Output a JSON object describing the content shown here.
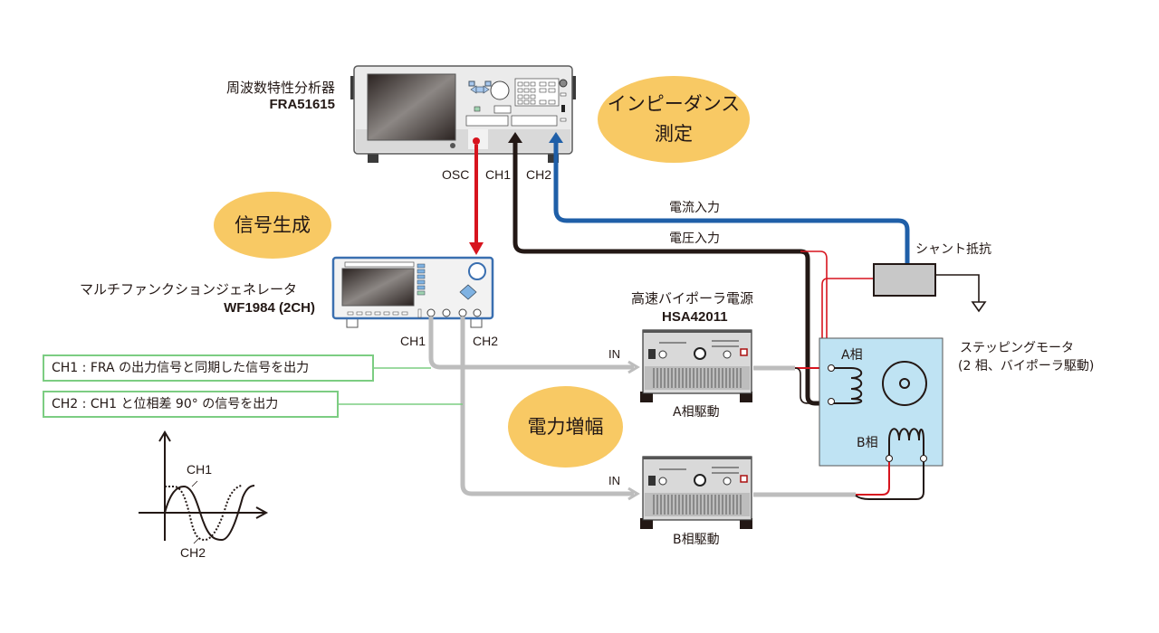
{
  "fra": {
    "title": "周波数特性分析器",
    "model": "FRA51615",
    "port_osc": "OSC",
    "port_ch1": "CH1",
    "port_ch2": "CH2"
  },
  "generator": {
    "title": "マルチファンクションジェネレータ",
    "model": "WF1984 (2CH)",
    "port_ch1": "CH1",
    "port_ch2": "CH2"
  },
  "amplifier": {
    "title": "高速バイポーラ電源",
    "model": "HSA42011",
    "in_a": "IN",
    "in_b": "IN",
    "label_a": "A相駆動",
    "label_b": "B相駆動"
  },
  "bubbles": {
    "impedance": "インピーダンス\n測定",
    "signal": "信号生成",
    "power": "電力増幅"
  },
  "cables": {
    "current_input": "電流入力",
    "voltage_input": "電圧入力"
  },
  "shunt": {
    "label": "シャント抵抗"
  },
  "motor": {
    "title": "ステッピングモータ",
    "subtitle": "(2 相、バイポーラ駆動)",
    "phase_a": "A相",
    "phase_b": "B相"
  },
  "notes": {
    "ch1": "CH1 : FRA の出力信号と同期した信号を出力",
    "ch2": "CH2 : CH1 と位相差 90° の信号を出力"
  },
  "waveform": {
    "ch1": "CH1",
    "ch2": "CH2"
  },
  "colors": {
    "bubble": "#f8c964",
    "osc_cable": "#d7141e",
    "ch1_cable": "#231815",
    "ch2_cable": "#1f5fa8",
    "signal_cable": "#bdbdbd",
    "motor_bg": "#bfe3f3",
    "note_border": "#7ccd82"
  }
}
